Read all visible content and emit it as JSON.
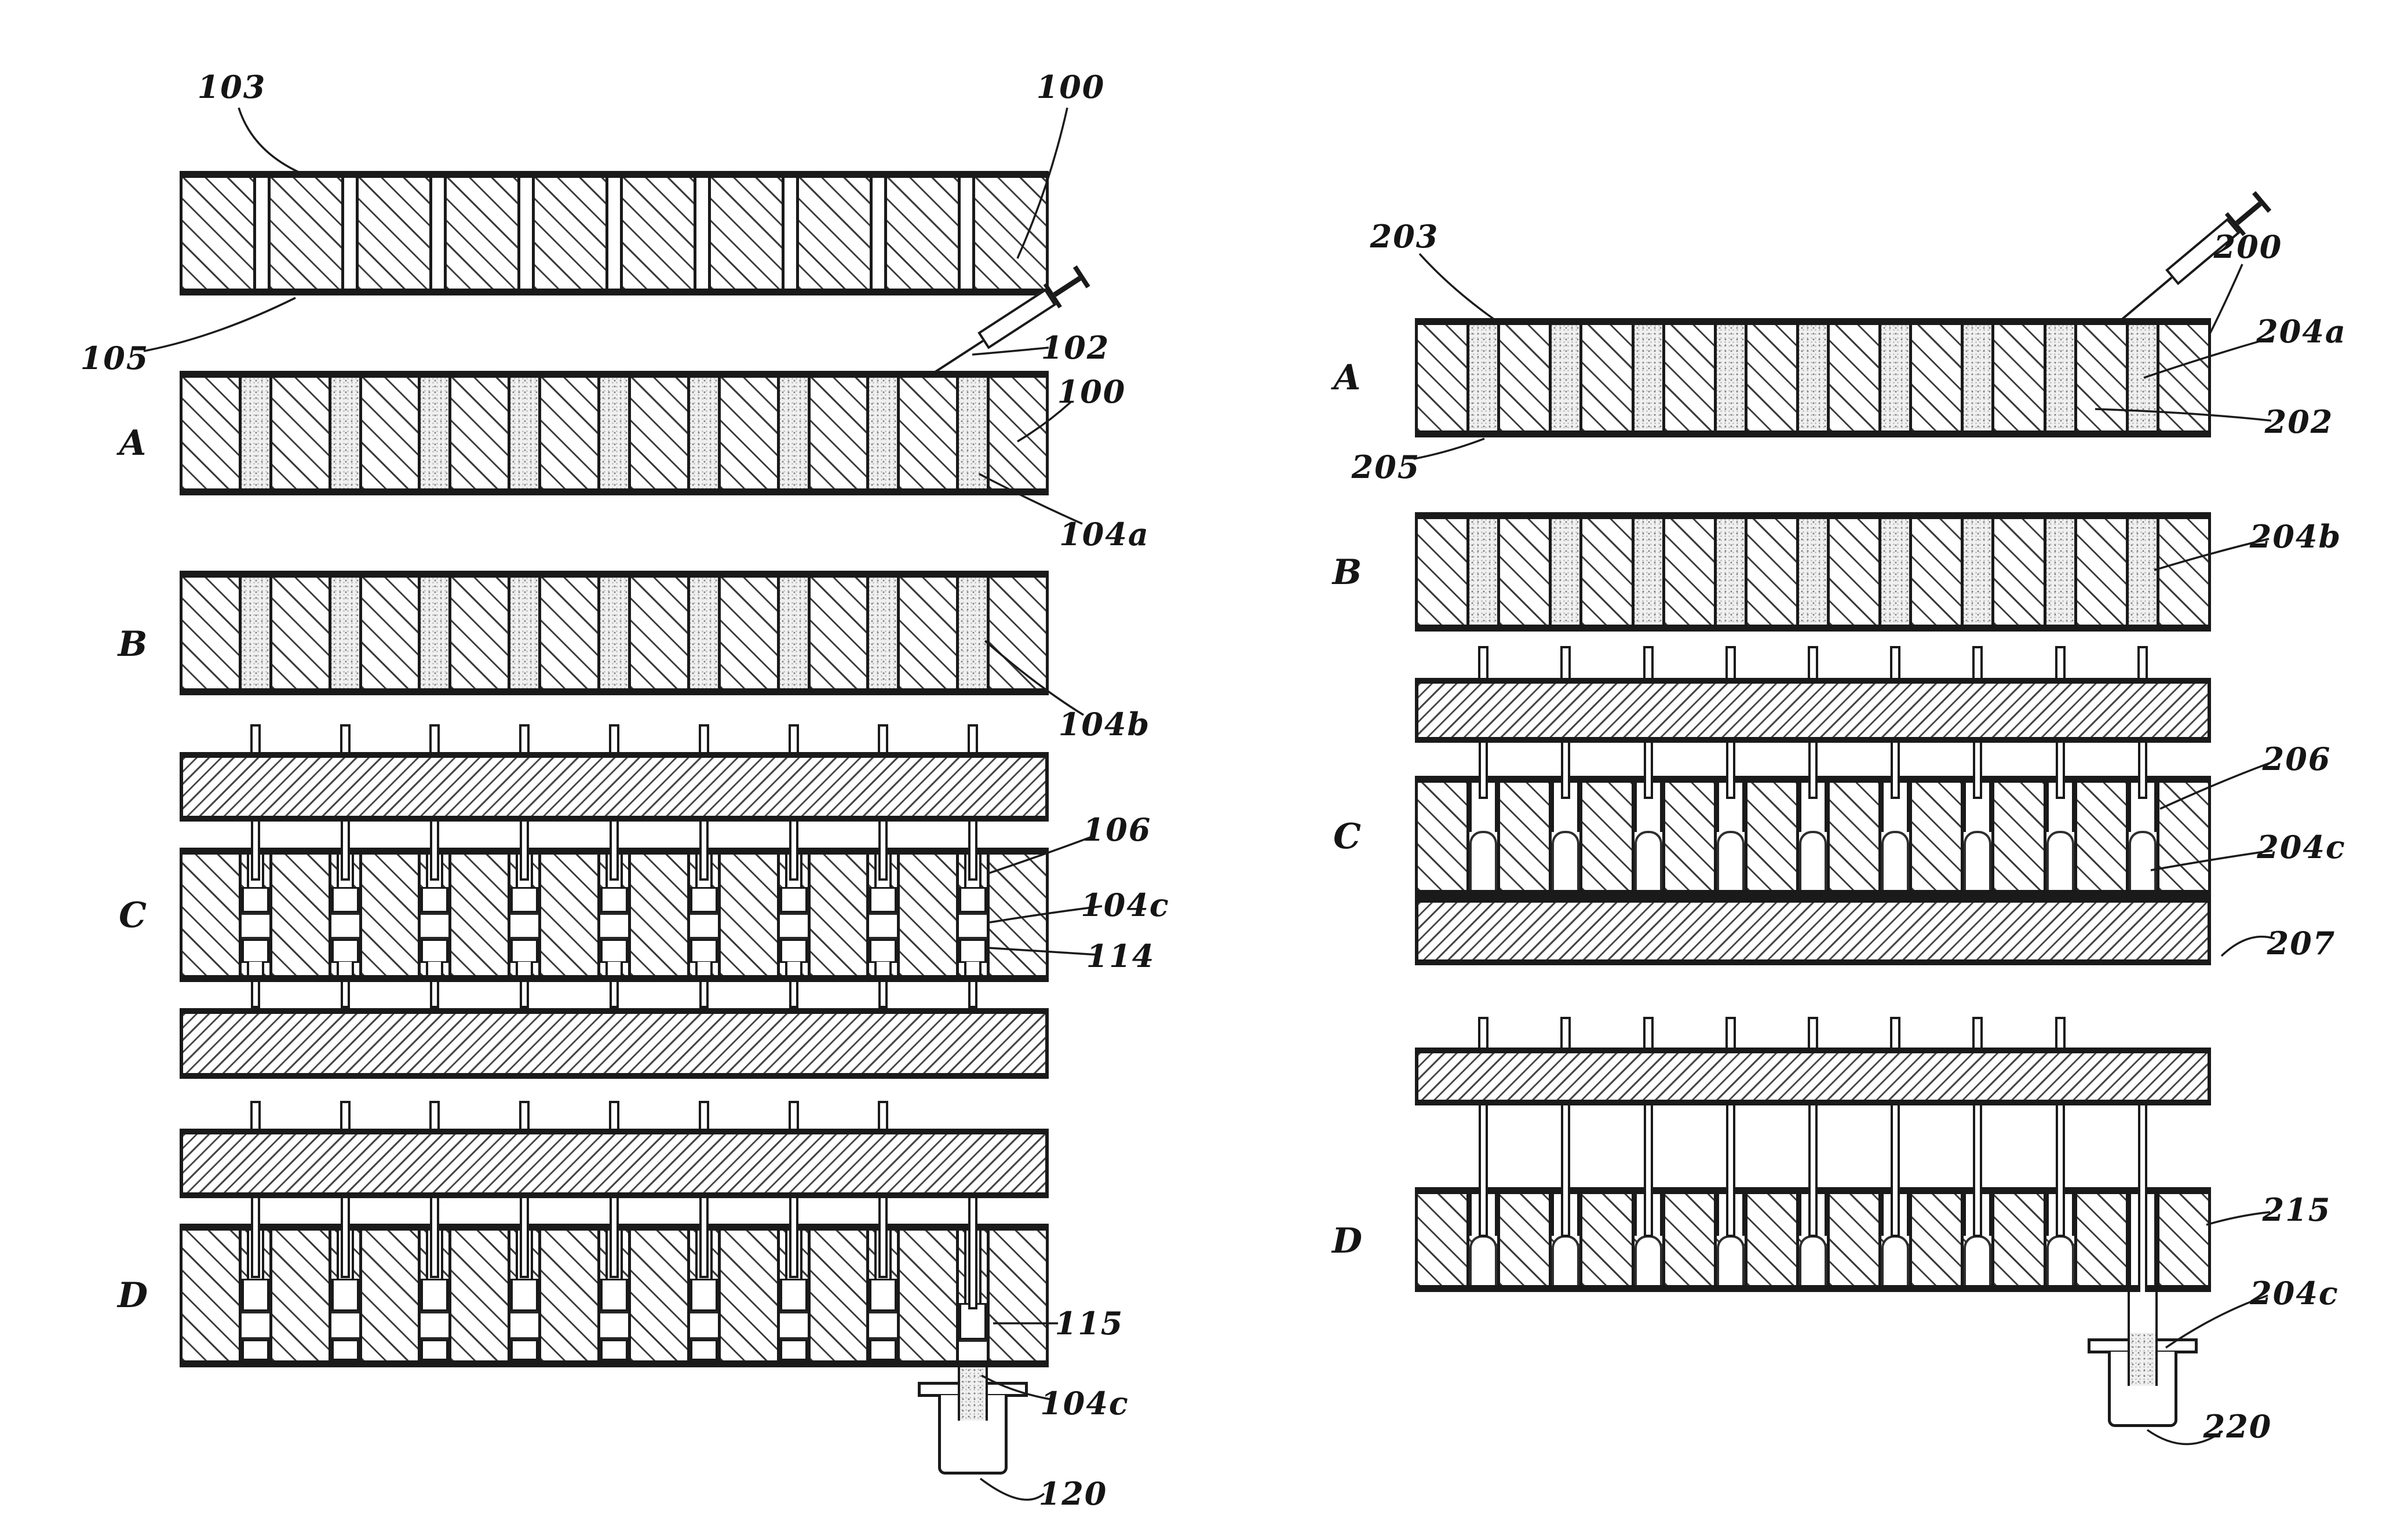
{
  "palette": {
    "ink": "#1a1a1a",
    "paper": "#ffffff",
    "stipple_fill": "#f0f0f0",
    "stipple_dot": "#7d7d7d"
  },
  "left_figure": {
    "row_letters": [
      "A",
      "B",
      "C",
      "D"
    ],
    "labels": {
      "ref_103": "103",
      "ref_100_top": "100",
      "ref_105": "105",
      "ref_102": "102",
      "ref_100_a": "100",
      "ref_104a": "104a",
      "ref_104b": "104b",
      "ref_106": "106",
      "ref_104c_c": "104c",
      "ref_114": "114",
      "ref_115": "115",
      "ref_104c_d": "104c",
      "ref_120": "120"
    },
    "icons": [
      "syringe-icon",
      "collection-vial-icon"
    ]
  },
  "right_figure": {
    "row_letters": [
      "A",
      "B",
      "C",
      "D"
    ],
    "labels": {
      "ref_203": "203",
      "ref_200": "200",
      "ref_204a": "204a",
      "ref_202": "202",
      "ref_205": "205",
      "ref_204b": "204b",
      "ref_206": "206",
      "ref_204c_c": "204c",
      "ref_207": "207",
      "ref_215": "215",
      "ref_204c_d": "204c",
      "ref_220": "220"
    },
    "icons": [
      "syringe-icon",
      "collection-vial-icon"
    ]
  }
}
